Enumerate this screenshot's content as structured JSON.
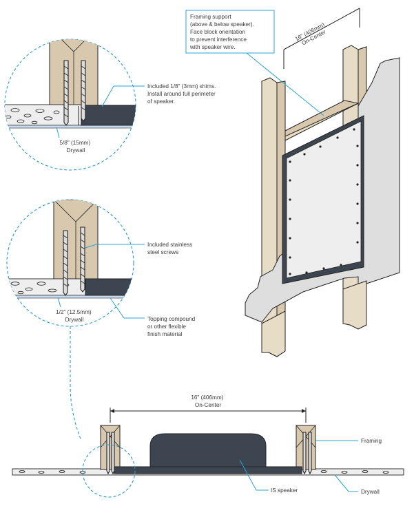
{
  "labels": {
    "framing_support": [
      "Framing support",
      "(above & below speaker).",
      "Face block orientation",
      "to prevent interference",
      "with speaker wire."
    ],
    "spacing_top": [
      "16\" (406mm)",
      "On-Center"
    ],
    "shims": [
      "Included 1/8\" (3mm) shims.",
      "Install around full perimeter",
      "of speaker."
    ],
    "drywall_58": [
      "5/8\" (15mm)",
      "Drywall"
    ],
    "screws": [
      "Included stainless",
      "steel screws"
    ],
    "drywall_12": [
      "1/2\" (12.5mm)",
      "Drywall"
    ],
    "topping": [
      "Topping compound",
      "or other flexible",
      "finish material"
    ],
    "spacing_bottom": [
      "16\" (406mm)",
      "On-Center"
    ],
    "framing": "Framing",
    "is_speaker": "IS speaker",
    "drywall": "Drywall"
  },
  "colors": {
    "leader": "#29a3d6",
    "stud": "#d8c8ad",
    "speaker": "#3d4650",
    "wall": "#dedede"
  }
}
